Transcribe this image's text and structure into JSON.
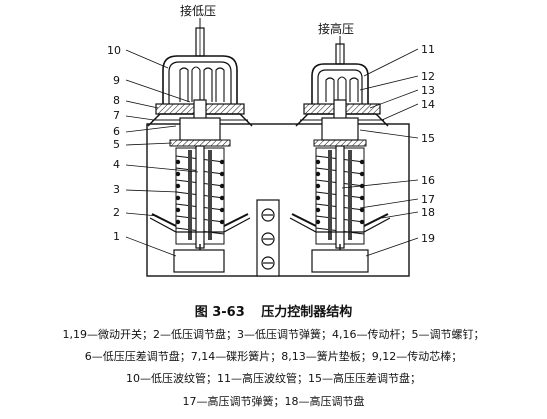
{
  "labels": {
    "low_pressure_inlet": "接低压",
    "high_pressure_inlet": "接高压"
  },
  "numbers": {
    "n1": "1",
    "n2": "2",
    "n3": "3",
    "n4": "4",
    "n5": "5",
    "n6": "6",
    "n7": "7",
    "n8": "8",
    "n9": "9",
    "n10": "10",
    "n11": "11",
    "n12": "12",
    "n13": "13",
    "n14": "14",
    "n15": "15",
    "n16": "16",
    "n17": "17",
    "n18": "18",
    "n19": "19"
  },
  "figure": {
    "number": "图 3-63",
    "title": "压力控制器结构"
  },
  "legend": {
    "line1": "1,19—微动开关；2—低压调节盘；3—低压调节弹簧；4,16—传动杆；5—调节螺钉；",
    "line2": "6—低压压差调节盘；7,14—碟形簧片；8,13—簧片垫板；9,12—传动芯棒；",
    "line3": "10—低压波纹管；11—高压波纹管；15—高压压差调节盘；",
    "line4": "17—高压调节弹簧；18—高压调节盘"
  }
}
